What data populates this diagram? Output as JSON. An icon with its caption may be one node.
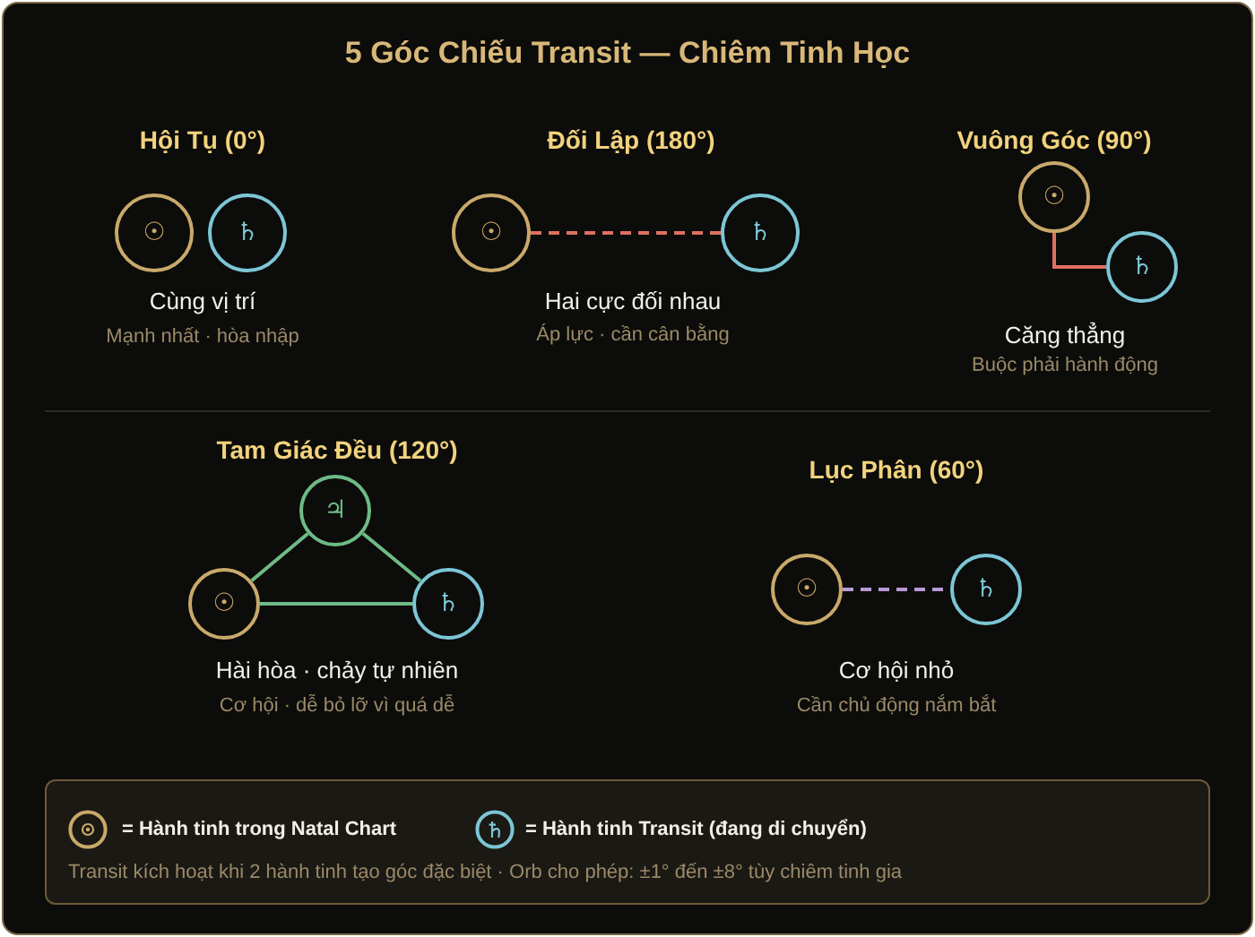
{
  "diagram": {
    "title": "5 Góc Chiếu Transit — Chiêm Tinh Học",
    "nodes": [
      {
        "text": [
          "☉"
        ]
      },
      {
        "text": [
          "♄"
        ]
      },
      {
        "text": [
          "☉"
        ]
      },
      {
        "text": [
          "♄"
        ]
      },
      {
        "text": [
          "☉"
        ]
      },
      {
        "text": [
          "♄"
        ]
      },
      {
        "text": [
          "♃"
        ]
      },
      {
        "text": [
          "☉"
        ]
      },
      {
        "text": [
          "♄"
        ]
      },
      {
        "text": [
          "☉"
        ]
      },
      {
        "text": [
          "♄"
        ]
      }
    ],
    "edges": [
      {
        "from": 2,
        "to": 3,
        "arrow": "none",
        "style": "dashed",
        "color": "#e0705f"
      },
      {
        "from": 4,
        "to": 5,
        "arrow": "none",
        "color": "#e0705f"
      },
      {
        "from": 6,
        "to": 7,
        "arrow": "none"
      },
      {
        "from": 6,
        "to": 8,
        "arrow": "none"
      },
      {
        "from": 7,
        "to": 8,
        "arrow": "none"
      },
      {
        "from": 9,
        "to": 10,
        "arrow": "none",
        "style": "dashed",
        "color": "#b89ad6"
      }
    ],
    "labels": [
      "Hội Tụ (0°)",
      "Cùng vị trí",
      "Mạnh nhất · hòa nhập",
      "Đối Lập (180°)",
      "Hai cực đối nhau",
      "Áp lực · cần cân bằng",
      "Vuông Góc (90°)",
      "Căng thẳng",
      "Buộc phải hành động",
      "Tam Giác Đều (120°)",
      "Hài hòa · chảy tự nhiên",
      "Cơ hội · dễ bỏ lỡ vì quá dễ",
      "Lục Phân (60°)",
      "Cơ hội nhỏ",
      "Cần chủ động nắm bắt",
      "Transit kích hoạt khi 2 hành tinh tạo góc đặc biệt · Orb cho phép: ±1° đến ±8° tùy chiêm tinh gia"
    ],
    "legend": [
      {
        "text": "= Hành tinh trong Natal Chart"
      },
      {
        "text": "= Hành tinh Transit (đang di chuyển)"
      }
    ]
  }
}
